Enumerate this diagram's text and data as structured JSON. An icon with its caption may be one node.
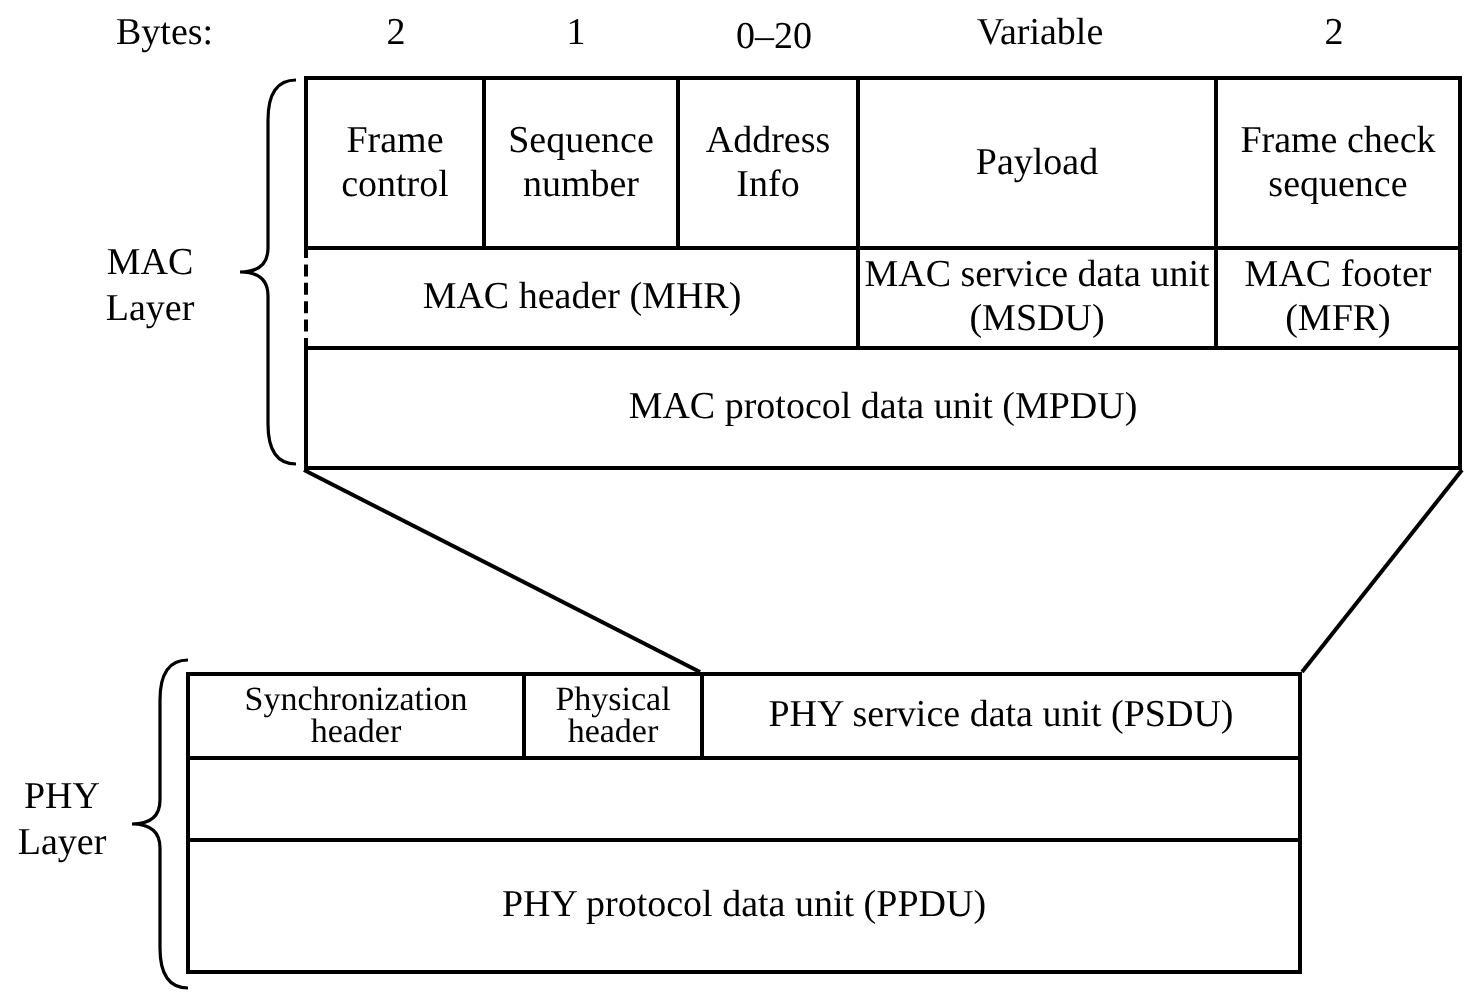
{
  "diagram": {
    "nodes": [
      {
        "text": [
          "Frame control"
        ]
      },
      {
        "text": [
          "Sequence number"
        ]
      },
      {
        "text": [
          "Address Info"
        ]
      },
      {
        "text": [
          "Payload"
        ]
      },
      {
        "text": [
          "Frame check sequence"
        ]
      },
      {
        "text": [
          "MAC header (MHR)"
        ]
      },
      {
        "text": [
          "MAC service data unit (MSDU)"
        ]
      },
      {
        "text": [
          "MAC footer (MFR)"
        ]
      },
      {
        "text": [
          "MAC protocol data unit (MPDU)"
        ]
      },
      {
        "text": [
          "Synchronization header"
        ]
      },
      {
        "text": [
          "Physical header"
        ]
      },
      {
        "text": [
          "PHY service data unit (PSDU)"
        ]
      },
      {
        "text": [],
        "shape": "box"
      },
      {
        "text": [
          "PHY protocol data unit (PPDU)"
        ]
      }
    ],
    "edges": [
      {
        "from": 8,
        "to": 11,
        "arrow": "none"
      },
      {
        "from": 8,
        "to": 11,
        "arrow": "none"
      }
    ],
    "labels": [
      "Bytes:",
      "2",
      "1",
      "0–20",
      "Variable",
      "2",
      "MAC Layer",
      "PHY Layer"
    ]
  }
}
